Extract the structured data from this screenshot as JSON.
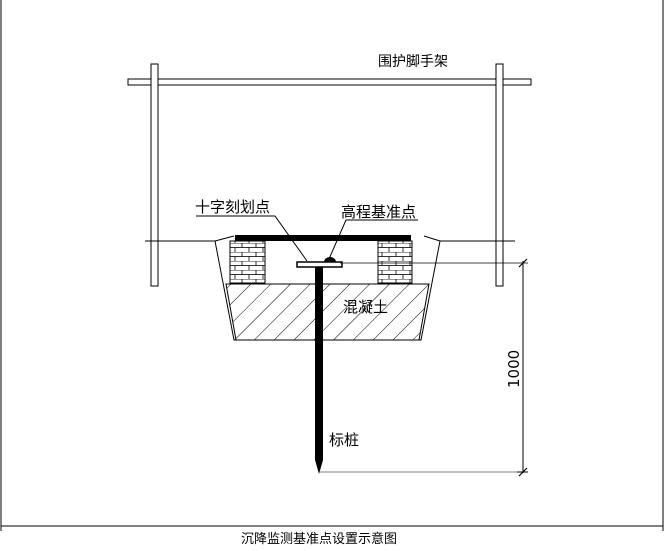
{
  "labels": {
    "scaffold": "围护脚手架",
    "cross_mark": "十字刻划点",
    "benchmark": "高程基准点",
    "concrete": "混凝土",
    "pile": "标桩",
    "depth": "1000"
  },
  "caption": "沉降监测基准点设置示意图",
  "colors": {
    "line": "#000000",
    "background": "#ffffff"
  }
}
